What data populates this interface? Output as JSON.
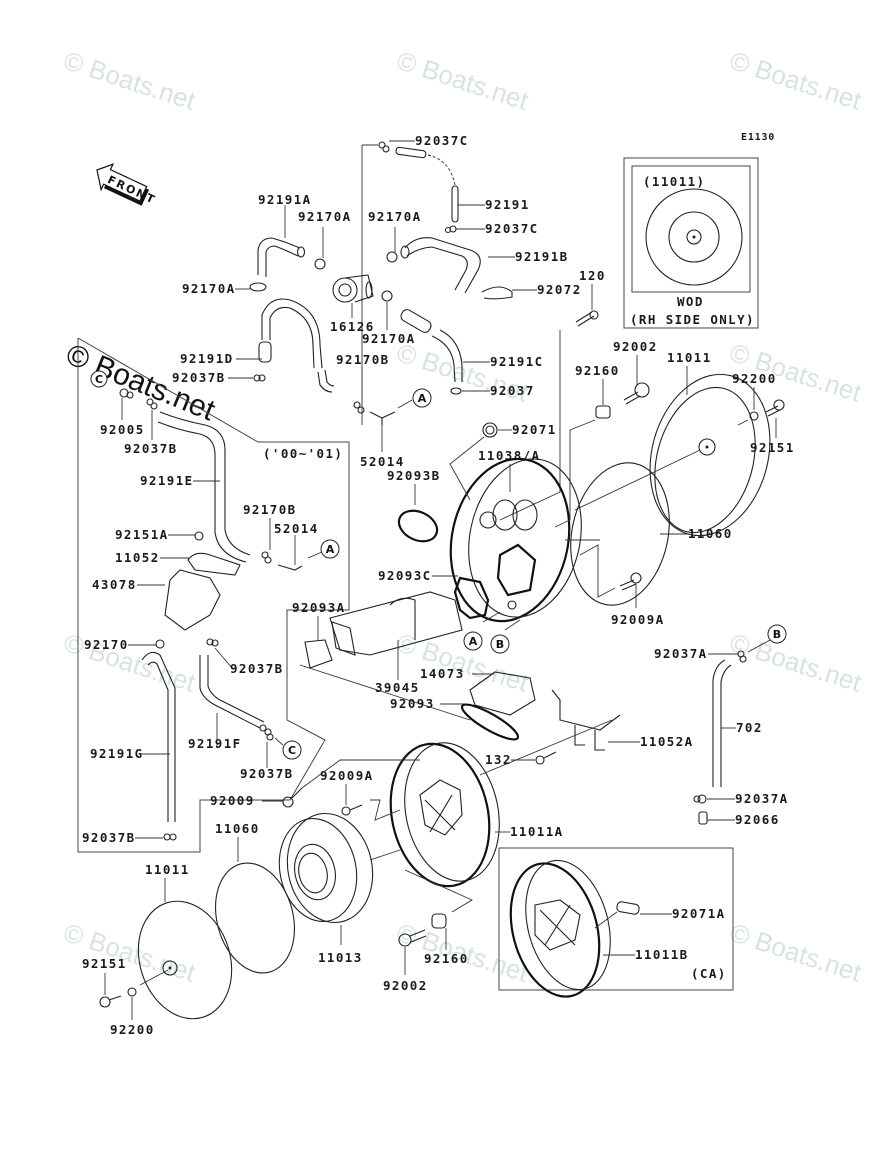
{
  "diagram": {
    "title_code": "E1130",
    "front_arrow_label": "FRONT",
    "watermark_text": "© Boats.net",
    "inset_wod": {
      "part_ref": "(11011)",
      "caption_line1": "WOD",
      "caption_line2": "(RH SIDE ONLY)"
    },
    "inset_ca": {
      "caption": "(CA)"
    },
    "inset_years": {
      "caption": "('00~'01)"
    },
    "ref_markers": [
      "A",
      "B",
      "C"
    ],
    "labels": {
      "p92037C_top": "92037C",
      "p92191": "92191",
      "p92037C_mid": "92037C",
      "p92191A": "92191A",
      "p92170A_1": "92170A",
      "p92170A_2": "92170A",
      "p92191B": "92191B",
      "p92170A_left": "92170A",
      "p92072": "92072",
      "p120": "120",
      "p16126": "16126",
      "p92170A_3": "92170A",
      "p92191D": "92191D",
      "p92170B_top": "92170B",
      "p92191C": "92191C",
      "p92037B_a": "92037B",
      "p92037": "92037",
      "p92005": "92005",
      "p92037B_b": "92037B",
      "p52014_top": "52014",
      "p92071": "92071",
      "p92002_top": "92002",
      "p11011_top": "11011",
      "p92160_top": "92160",
      "p92200_top": "92200",
      "p92151_top": "92151",
      "p11038A": "11038/A",
      "p92093B": "92093B",
      "p92191E": "92191E",
      "p11060_right": "11060",
      "p92170B_mid": "92170B",
      "p52014_mid": "52014",
      "p92151A": "92151A",
      "p11052": "11052",
      "p43078": "43078",
      "p92093C": "92093C",
      "p92009A_right": "92009A",
      "p92093A": "92093A",
      "p92170": "92170",
      "p92037B_c": "92037B",
      "p39045": "39045",
      "p14073": "14073",
      "p92037A_top": "92037A",
      "p92093": "92093",
      "p92191G": "92191G",
      "p92191F": "92191F",
      "p702": "702",
      "p11052A": "11052A",
      "p132": "132",
      "p92037B_d": "92037B",
      "p92009A_mid": "92009A",
      "p92009": "92009",
      "p92037A_bot": "92037A",
      "p92066": "92066",
      "p11011A": "11011A",
      "p92037B_e": "92037B",
      "p11060_left": "11060",
      "p11011_bot": "11011",
      "p92071A": "92071A",
      "p11011B": "11011B",
      "p11013": "11013",
      "p92151_bot": "92151",
      "p92160_bot": "92160",
      "p92002_bot": "92002",
      "p92200_bot": "92200"
    }
  }
}
